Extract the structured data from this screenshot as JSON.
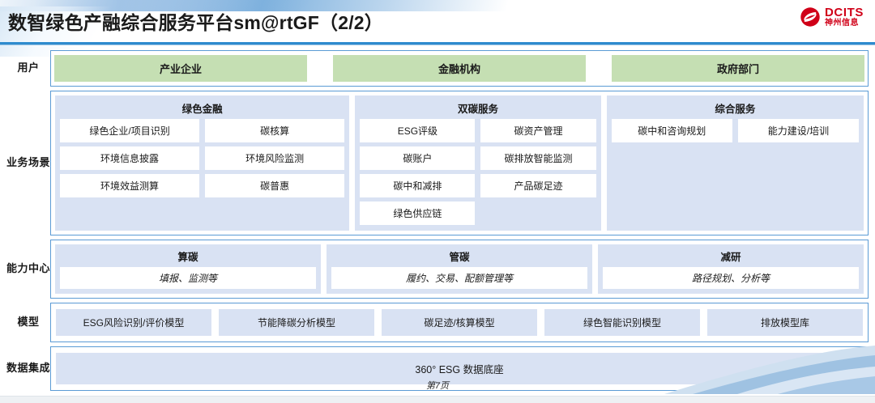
{
  "header": {
    "title": "数智绿色产融综合服务平台sm@rtGF（2/2）",
    "logo_name": "DCITS",
    "logo_sub": "神州信息",
    "logo_color": "#d00018"
  },
  "theme": {
    "accent_blue": "#5b9bd5",
    "panel_blue": "#d9e2f3",
    "user_green": "#c5dfb3",
    "rule_blue": "#2e8bce"
  },
  "rows": {
    "users": {
      "label": "用户",
      "items": [
        "产业企业",
        "金融机构",
        "政府部门"
      ]
    },
    "scenarios": {
      "label": "业务场景",
      "groups": [
        {
          "title": "绿色金融",
          "items": [
            "绿色企业/项目识别",
            "碳核算",
            "环境信息披露",
            "环境风险监测",
            "环境效益测算",
            "碳普惠"
          ]
        },
        {
          "title": "双碳服务",
          "items": [
            "ESG评级",
            "碳资产管理",
            "碳账户",
            "碳排放智能监测",
            "碳中和减排",
            "产品碳足迹",
            "绿色供应链"
          ]
        },
        {
          "title": "综合服务",
          "items": [
            "碳中和咨询规划",
            "能力建设/培训"
          ]
        }
      ]
    },
    "capability": {
      "label": "能力中心",
      "groups": [
        {
          "title": "算碳",
          "desc": "填报、监测等"
        },
        {
          "title": "管碳",
          "desc": "履约、交易、配额管理等"
        },
        {
          "title": "减研",
          "desc": "路径规划、分析等"
        }
      ]
    },
    "models": {
      "label": "模型",
      "items": [
        "ESG风险识别/评价模型",
        "节能降碳分析模型",
        "碳足迹/核算模型",
        "绿色智能识别模型",
        "排放模型库"
      ]
    },
    "data": {
      "label": "数据集成",
      "title": "360° ESG 数据底座"
    }
  },
  "footer": {
    "page_label": "第7页"
  }
}
